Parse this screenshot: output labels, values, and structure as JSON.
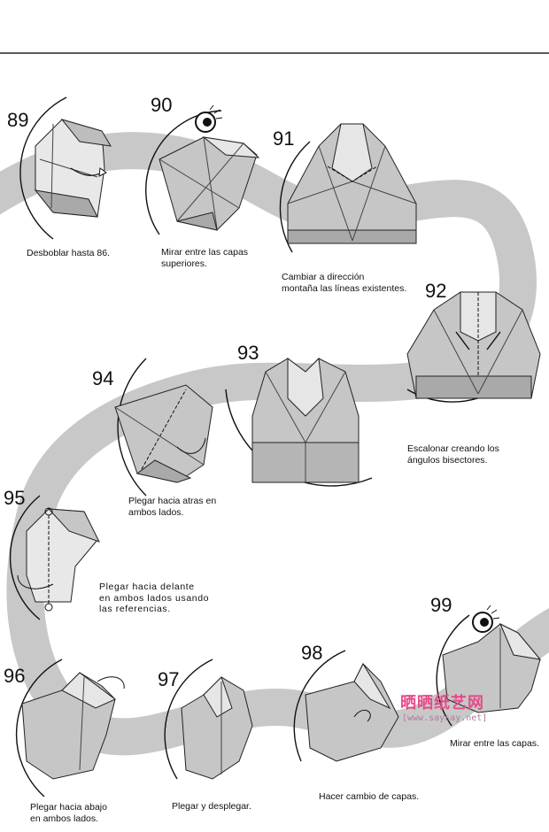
{
  "steps": [
    {
      "number": "89",
      "caption": "Desboblar hasta 86."
    },
    {
      "number": "90",
      "caption": "Mirar entre las capas\nsuperiores."
    },
    {
      "number": "91",
      "caption": "Cambiar a dirección\nmontaña las líneas existentes."
    },
    {
      "number": "92",
      "caption": ""
    },
    {
      "number": "93",
      "caption": ""
    },
    {
      "number": "94",
      "caption": "Plegar hacia atras en\nambos lados."
    },
    {
      "number": "95",
      "caption": "Plegar hacia delante\nen ambos lados usando\nlas referencias."
    },
    {
      "number": "96",
      "caption": "Plegar hacia abajo\nen ambos lados."
    },
    {
      "number": "97",
      "caption": "Plegar y desplegar."
    },
    {
      "number": "98",
      "caption": "Hacer cambio de capas."
    },
    {
      "number": "99",
      "caption": "Mirar entre las capas."
    }
  ],
  "step92_caption": "Escalonar creando los\nángulos bisectores.",
  "watermark": {
    "chinese": "晒晒纸艺网",
    "url": "[www.saysay.net]"
  },
  "colors": {
    "band": "#c8c8c8",
    "paper": "#c6c6c6",
    "paper_dark": "#a9a9a9",
    "paper_light": "#e6e6e6",
    "ink": "#111111",
    "watermark": "#e64a8a"
  },
  "icons": [
    "eye-icon",
    "eye-icon"
  ]
}
